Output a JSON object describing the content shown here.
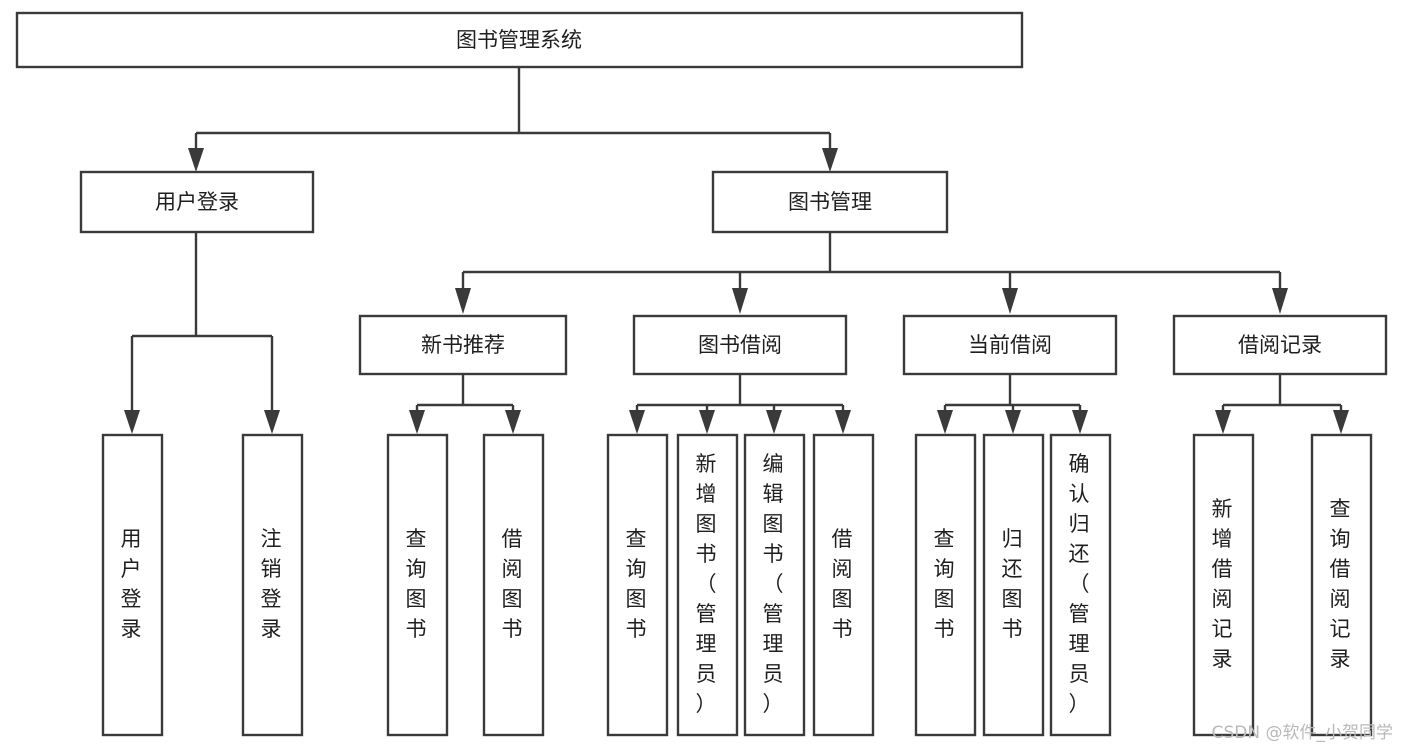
{
  "diagram": {
    "title": "图书管理系统",
    "watermark": "CSDN @软件_小贺同学",
    "root": {
      "label": "图书管理系统"
    },
    "level2": [
      {
        "label": "用户登录"
      },
      {
        "label": "图书管理"
      }
    ],
    "level3": [
      {
        "label": "新书推荐"
      },
      {
        "label": "图书借阅"
      },
      {
        "label": "当前借阅"
      },
      {
        "label": "借阅记录"
      }
    ],
    "leaves": {
      "user_login": [
        {
          "label": "用户登录"
        },
        {
          "label": "注销登录"
        }
      ],
      "new_book_recommend": [
        {
          "label": "查询图书"
        },
        {
          "label": "借阅图书"
        }
      ],
      "book_borrow": [
        {
          "label": "查询图书"
        },
        {
          "label": "新增图书（管理员）"
        },
        {
          "label": "编辑图书（管理员）"
        },
        {
          "label": "借阅图书"
        }
      ],
      "current_borrow": [
        {
          "label": "查询图书"
        },
        {
          "label": "归还图书"
        },
        {
          "label": "确认归还（管理员）"
        }
      ],
      "borrow_record": [
        {
          "label": "新增借阅记录"
        },
        {
          "label": "查询借阅记录"
        }
      ]
    },
    "colors": {
      "stroke": "#3a3a3a",
      "fill": "#ffffff",
      "text": "#1f1f1f",
      "watermark": "#b9b9b9"
    }
  },
  "chart_data": {
    "type": "diagram",
    "subtype": "tree-hierarchy",
    "title": "图书管理系统",
    "nodes": [
      {
        "id": "root",
        "label": "图书管理系统",
        "level": 0,
        "parent": null
      },
      {
        "id": "n-user-login",
        "label": "用户登录",
        "level": 1,
        "parent": "root"
      },
      {
        "id": "n-book-mgmt",
        "label": "图书管理",
        "level": 1,
        "parent": "root"
      },
      {
        "id": "n-new-book",
        "label": "新书推荐",
        "level": 2,
        "parent": "n-book-mgmt"
      },
      {
        "id": "n-book-borrow",
        "label": "图书借阅",
        "level": 2,
        "parent": "n-book-mgmt"
      },
      {
        "id": "n-current-borrow",
        "label": "当前借阅",
        "level": 2,
        "parent": "n-book-mgmt"
      },
      {
        "id": "n-borrow-record",
        "label": "借阅记录",
        "level": 2,
        "parent": "n-book-mgmt"
      },
      {
        "id": "l-user-login",
        "label": "用户登录",
        "level": 2,
        "parent": "n-user-login"
      },
      {
        "id": "l-logout",
        "label": "注销登录",
        "level": 2,
        "parent": "n-user-login"
      },
      {
        "id": "l-nb-query",
        "label": "查询图书",
        "level": 3,
        "parent": "n-new-book"
      },
      {
        "id": "l-nb-borrow",
        "label": "借阅图书",
        "level": 3,
        "parent": "n-new-book"
      },
      {
        "id": "l-bb-query",
        "label": "查询图书",
        "level": 3,
        "parent": "n-book-borrow"
      },
      {
        "id": "l-bb-add",
        "label": "新增图书（管理员）",
        "level": 3,
        "parent": "n-book-borrow"
      },
      {
        "id": "l-bb-edit",
        "label": "编辑图书（管理员）",
        "level": 3,
        "parent": "n-book-borrow"
      },
      {
        "id": "l-bb-borrow",
        "label": "借阅图书",
        "level": 3,
        "parent": "n-book-borrow"
      },
      {
        "id": "l-cb-query",
        "label": "查询图书",
        "level": 3,
        "parent": "n-current-borrow"
      },
      {
        "id": "l-cb-return",
        "label": "归还图书",
        "level": 3,
        "parent": "n-current-borrow"
      },
      {
        "id": "l-cb-confirm",
        "label": "确认归还（管理员）",
        "level": 3,
        "parent": "n-current-borrow"
      },
      {
        "id": "l-br-add",
        "label": "新增借阅记录",
        "level": 3,
        "parent": "n-borrow-record"
      },
      {
        "id": "l-br-query",
        "label": "查询借阅记录",
        "level": 3,
        "parent": "n-borrow-record"
      }
    ]
  }
}
